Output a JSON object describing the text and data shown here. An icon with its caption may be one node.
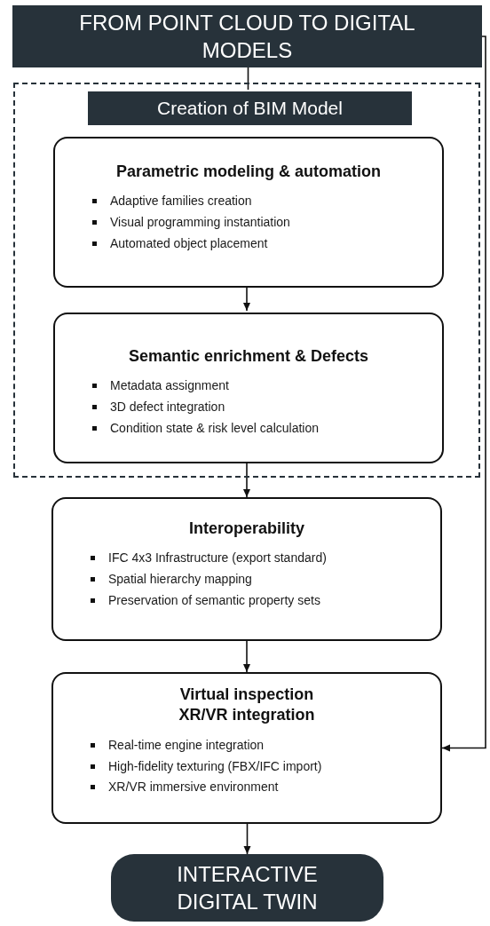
{
  "diagram": {
    "nodes": [
      {
        "text": [
          "FROM POINT CLOUD TO DIGITAL MODELS"
        ]
      },
      {
        "text": [],
        "shape": "box"
      },
      {
        "text": [
          "Creation of BIM Model"
        ],
        "in": 1
      },
      {
        "text": [
          "Parametric modeling & automation",
          "Adaptive families creation",
          "Visual programming instantiation",
          "Automated object placement"
        ],
        "in": 1
      },
      {
        "text": [
          "Semantic enrichment & Defects",
          "Metadata assignment",
          "3D defect integration",
          "Condition state & risk level calculation"
        ],
        "in": 1
      },
      {
        "text": [
          "Interoperability",
          "IFC 4x3 Infrastructure (export standard)",
          "Spatial hierarchy mapping",
          "Preservation of semantic property sets"
        ]
      },
      {
        "text": [
          "Virtual inspection XR/VR integration",
          "Real-time engine integration",
          "High-fidelity texturing (FBX/IFC import)",
          "XR/VR immersive environment"
        ]
      },
      {
        "text": [
          "INTERACTIVE DIGITAL TWIN"
        ]
      }
    ],
    "edges": [
      {
        "from": 0,
        "to": 2,
        "arrow": "none"
      },
      {
        "from": 3,
        "to": 4,
        "arrow": "to"
      },
      {
        "from": 4,
        "to": 5,
        "arrow": "to"
      },
      {
        "from": 5,
        "to": 6,
        "arrow": "to"
      },
      {
        "from": 6,
        "to": 7,
        "arrow": "to"
      },
      {
        "from": 0,
        "to": 6,
        "arrow": "to"
      }
    ]
  }
}
